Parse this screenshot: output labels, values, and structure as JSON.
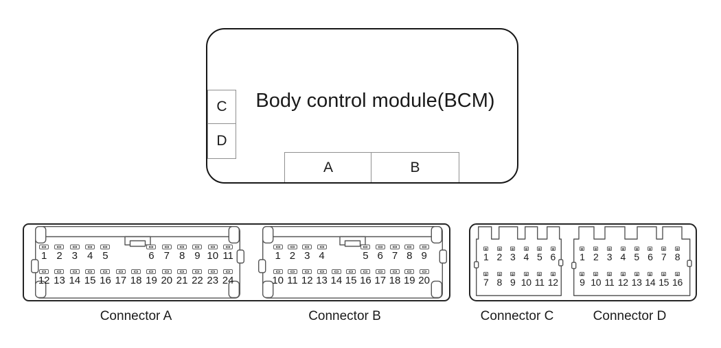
{
  "bcm": {
    "title": "Body control module(BCM)",
    "side_ports": [
      {
        "label": "C"
      },
      {
        "label": "D"
      }
    ],
    "bottom_ports": [
      {
        "label": "A"
      },
      {
        "label": "B"
      }
    ]
  },
  "connectors": [
    {
      "id": "A",
      "caption": "Connector A",
      "rows": [
        [
          1,
          2,
          3,
          4,
          5,
          null,
          null,
          6,
          7,
          8,
          9,
          10,
          11
        ],
        [
          12,
          13,
          14,
          15,
          16,
          17,
          18,
          19,
          20,
          21,
          22,
          23,
          24
        ]
      ]
    },
    {
      "id": "B",
      "caption": "Connector B",
      "rows": [
        [
          1,
          2,
          3,
          4,
          null,
          null,
          5,
          6,
          7,
          8,
          9
        ],
        [
          10,
          11,
          12,
          13,
          14,
          15,
          16,
          17,
          18,
          19,
          20
        ]
      ]
    },
    {
      "id": "C",
      "caption": "Connector C",
      "rows": [
        [
          1,
          2,
          3,
          4,
          5,
          6
        ],
        [
          7,
          8,
          9,
          10,
          11,
          12
        ]
      ]
    },
    {
      "id": "D",
      "caption": "Connector D",
      "rows": [
        [
          1,
          2,
          3,
          4,
          5,
          6,
          7,
          8
        ],
        [
          9,
          10,
          11,
          12,
          13,
          14,
          15,
          16
        ]
      ]
    }
  ]
}
